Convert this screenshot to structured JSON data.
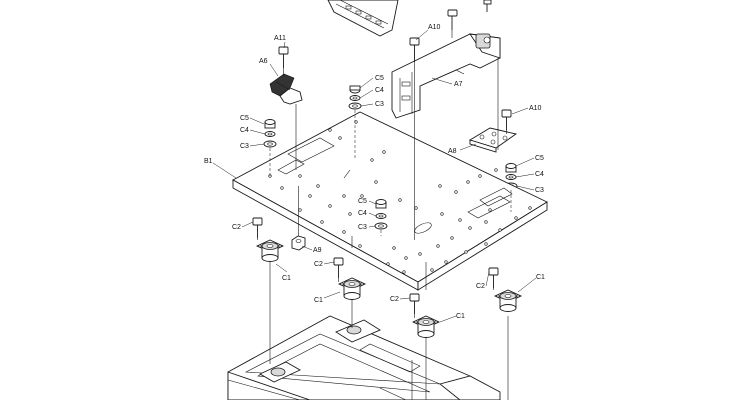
{
  "labels": {
    "A11": "A11",
    "A6": "A6",
    "A10_top": "A10",
    "A7": "A7",
    "A10_right": "A10",
    "A8": "A8",
    "B1": "B1",
    "A9": "A9",
    "C5_top": "C5",
    "C4_top": "C4",
    "C3_top": "C3",
    "C5_left": "C5",
    "C4_left": "C4",
    "C3_left": "C3",
    "C5_right": "C5",
    "C4_right": "C4",
    "C3_right": "C3",
    "C5_mid": "C5",
    "C4_mid": "C4",
    "C3_mid": "C3",
    "C2_left": "C2",
    "C2_mid": "C2",
    "C2_low": "C2",
    "C2_right": "C2",
    "C1_left": "C1",
    "C1_mid": "C1",
    "C1_low": "C1",
    "C1_right": "C1"
  },
  "icons": [
    "bolt-icon",
    "washer-icon",
    "mount-icon"
  ]
}
